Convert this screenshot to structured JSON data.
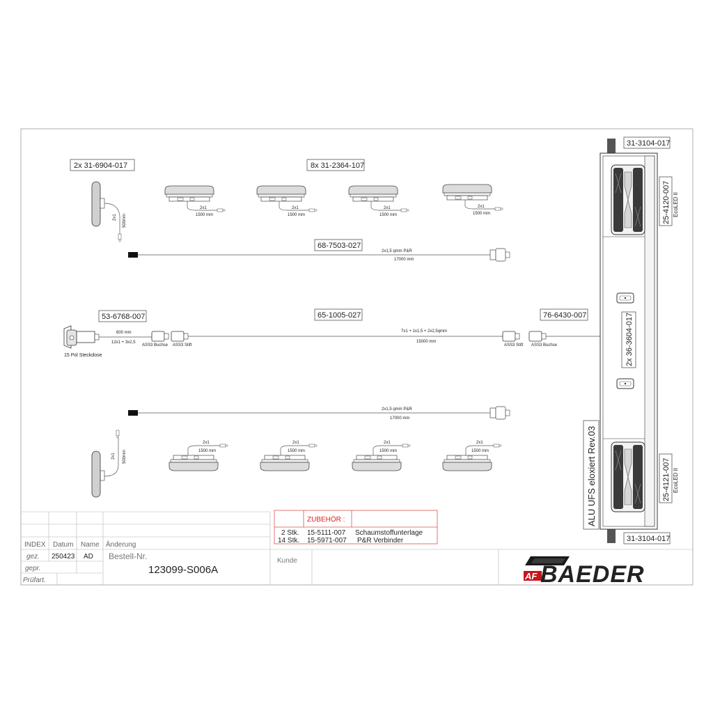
{
  "parts": {
    "marker_qty": "2x 31-6904-017",
    "lamp_qty": "8x 31-2364-107",
    "cable_top": "68-7503-027",
    "socket": "53-6768-007",
    "main_cable": "65-1005-027",
    "end_cable": "76-6430-007",
    "bracket_top": "31-3104-017",
    "bracket_bottom": "31-3104-017",
    "light_top": "25-4120-007",
    "light_top_sub": "EcoLED II",
    "light_bottom": "25-4121-007",
    "light_bottom_sub": "EcoLED II",
    "center_parts": "2x 36-3604-017",
    "profile": "ALU UFS eloxiert Rev.03"
  },
  "specs": {
    "pair": "2x1",
    "len_1500": "1500 mm",
    "len_500": "500mm",
    "qmm_pr": "2x1,5 qmm P&R",
    "len_17000": "17000 mm",
    "len_600": "600 mm",
    "wire_12": "12x1 + 3x2,5",
    "ass3_buchse": "ASS3 Buchse",
    "ass3_stift": "ASS3 Stift",
    "main_spec": "7x1 + 1x1,5 + 2x2,5qmm",
    "len_15000": "15000 mm",
    "steckdose": "15 Pol Steckdose"
  },
  "accessories": {
    "heading": "ZUBEHÖR :",
    "items": [
      {
        "qty": "2 Stk.",
        "part": "15-5111-007",
        "desc": "Schaumstoffunterlage"
      },
      {
        "qty": "14 Stk.",
        "part": "15-5971-007",
        "desc": "P&R Verbinder"
      }
    ]
  },
  "title_block": {
    "index": "INDEX",
    "datum": "Datum",
    "name": "Name",
    "aenderung": "Änderung",
    "gez": "gez.",
    "gez_date": "250423",
    "gez_name": "AD",
    "gepr": "gepr.",
    "pruefart": "Prüfart.",
    "bestell_label": "Bestell-Nr.",
    "bestell_nr": "123099-S006A",
    "kunde": "Kunde"
  },
  "logo": {
    "prefix": "AF",
    "name": "BAEDER",
    "color_dark": "#1a1a1a",
    "color_red": "#c8141e"
  }
}
